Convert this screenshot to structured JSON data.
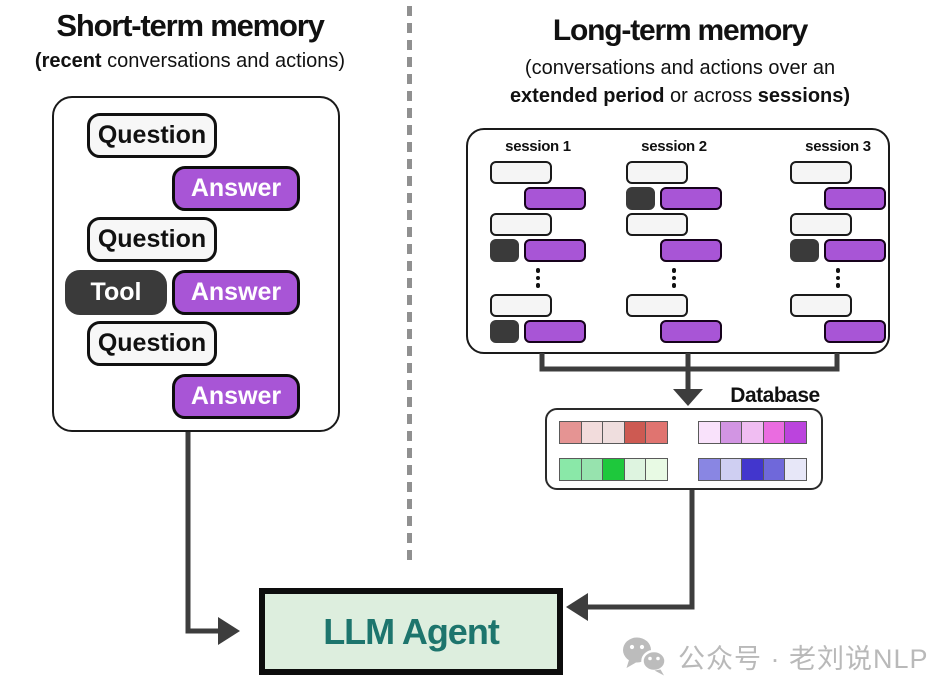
{
  "colors": {
    "purple": "#a855d6",
    "dark": "#3a3a3a",
    "arrow": "#3d3d3d",
    "llm_bg": "#ddeede",
    "llm_text": "#1d756d",
    "divider": "#909090"
  },
  "left_panel": {
    "title": "Short-term memory",
    "subtitle": {
      "bold": "(recent",
      "rest": " conversations and actions)"
    },
    "rows": [
      {
        "kind": "question",
        "label": "Question"
      },
      {
        "kind": "answer",
        "label": "Answer"
      },
      {
        "kind": "question",
        "label": "Question"
      },
      {
        "kind": "tool-answer",
        "tool_label": "Tool",
        "answer_label": "Answer"
      },
      {
        "kind": "question",
        "label": "Question"
      },
      {
        "kind": "answer",
        "label": "Answer"
      }
    ]
  },
  "right_panel": {
    "title": "Long-term memory",
    "subtitle": {
      "line1": "(conversations and actions over an",
      "line2_bold1": "extended period",
      "line2_mid": " or across ",
      "line2_bold2": "sessions)"
    },
    "sessions": [
      {
        "label": "session 1",
        "rows": [
          "user",
          "assistant",
          "user",
          "tool-assistant",
          "dots",
          "user",
          "tool-assistant"
        ]
      },
      {
        "label": "session 2",
        "rows": [
          "user",
          "tool-assistant",
          "user",
          "assistant",
          "dots",
          "user",
          "assistant"
        ]
      },
      {
        "label": "session 3",
        "rows": [
          "user",
          "assistant",
          "user",
          "tool-assistant",
          "dots",
          "user",
          "assistant"
        ]
      }
    ],
    "database": {
      "label": "Database",
      "swatch_groups": [
        {
          "name": "reds",
          "colors": [
            "#e59493",
            "#f2dcdc",
            "#efdede",
            "#cd5a52",
            "#e07470"
          ]
        },
        {
          "name": "purples",
          "colors": [
            "#f9e2fb",
            "#d295e3",
            "#f0bdf2",
            "#ea6ce0",
            "#bb44dd"
          ]
        },
        {
          "name": "greens",
          "colors": [
            "#8ae8a8",
            "#97e3ae",
            "#1ec83c",
            "#def4e0",
            "#e8fae4"
          ]
        },
        {
          "name": "blues",
          "colors": [
            "#8986e3",
            "#cfcff2",
            "#4236cd",
            "#6f68da",
            "#e7e7f8"
          ]
        }
      ]
    }
  },
  "agent": {
    "label": "LLM Agent"
  },
  "watermark": {
    "text": "公众号 · 老刘说NLP"
  }
}
